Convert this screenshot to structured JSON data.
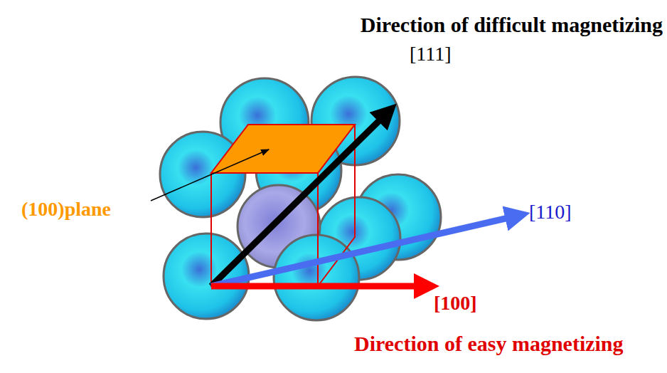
{
  "diagram": {
    "labels": [
      "Direction of difficult magnetizing",
      "[111]",
      "(100)plane",
      "[110]",
      "[100]",
      "Direction of easy magnetizing"
    ]
  }
}
